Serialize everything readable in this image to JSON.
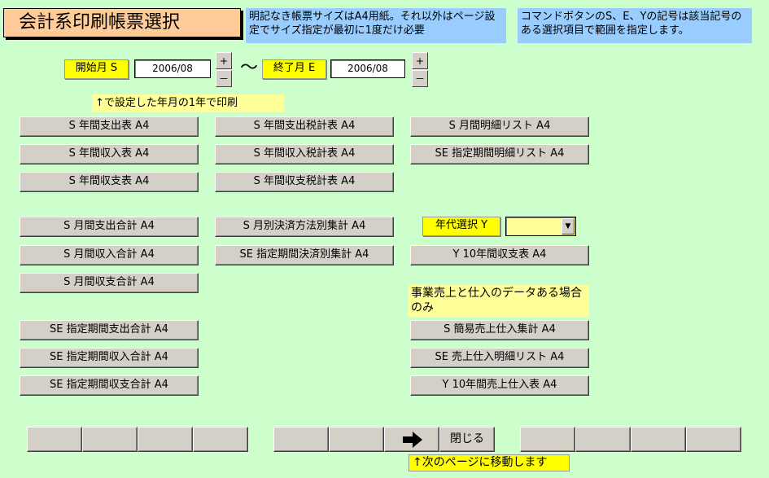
{
  "header": {
    "title": "会計系印刷帳票選択",
    "note_paper": "明記なき帳票サイズはA4用紙。それ以外はページ設定でサイズ指定が最初に1度だけ必要",
    "note_command": "コマンドボタンのS、E、Yの記号は該当記号のある選択項目で範囲を指定します。"
  },
  "range": {
    "start_label": "開始月 S",
    "start_value": "2006/08",
    "tilde": "～",
    "end_label": "終了月 E",
    "end_value": "2006/08",
    "plus": "+",
    "minus": "－",
    "hint": "↑で設定した年月の1年で印刷"
  },
  "buttons": {
    "annual_expense": "S 年間支出表 A4",
    "annual_income": "S 年間収入表 A4",
    "annual_balance": "S 年間収支表 A4",
    "annual_expense_tax": "S 年間支出税計表 A4",
    "annual_income_tax": "S 年間収入税計表 A4",
    "annual_balance_tax": "S 年間収支税計表 A4",
    "monthly_detail": "S 月間明細リスト A4",
    "period_detail": "SE 指定期間明細リスト A4",
    "monthly_expense_total": "S 月間支出合計 A4",
    "monthly_income_total": "S 月間収入合計 A4",
    "monthly_balance_total": "S 月間収支合計 A4",
    "monthly_payment_method": "S 月別決済方法別集計 A4",
    "period_payment": "SE 指定期間決済別集計 A4",
    "ten_year_balance": "Y 10年間収支表 A4",
    "period_expense_total": "SE 指定期間支出合計 A4",
    "period_income_total": "SE 指定期間収入合計 A4",
    "period_balance_total": "SE 指定期間収支合計 A4",
    "simple_sales_purchase": "S 簡易売上仕入集計 A4",
    "sales_purchase_detail": "SE 売上仕入明細リスト A4",
    "ten_year_sales_purchase": "Y 10年間売上仕入表 A4"
  },
  "year_select": {
    "label": "年代選択 Y",
    "value": ""
  },
  "sales_note": "事業売上と仕入のデータある場合のみ",
  "footer": {
    "next_icon": "arrow-right-icon",
    "close_label": "閉じる",
    "next_hint": "↑次のページに移動します"
  }
}
